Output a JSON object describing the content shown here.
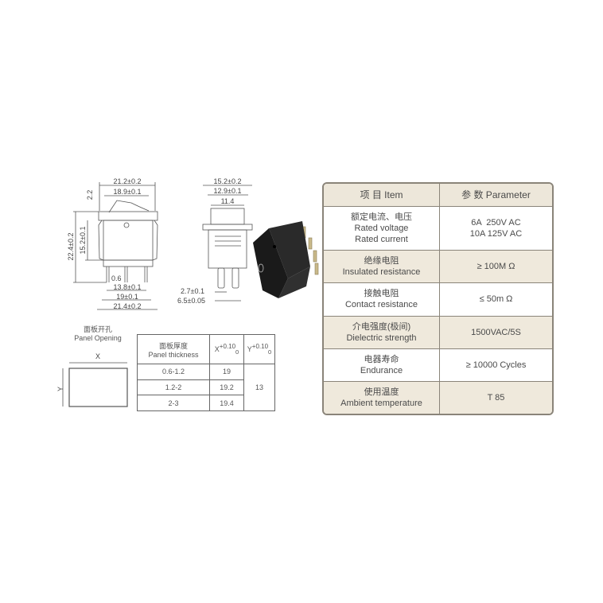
{
  "front_view": {
    "dims": [
      "21.2±0.2",
      "18.9±0.1",
      "2.2",
      "22.4±0.2",
      "15.2±0.1",
      "0.6",
      "13.8±0.1",
      "19±0.1",
      "21.4±0.2"
    ]
  },
  "side_view": {
    "dims": [
      "15.2±0.2",
      "12.9±0.1",
      "11.4",
      "2.7±0.1",
      "6.5±0.05"
    ]
  },
  "panel_opening": {
    "title_cn": "面板开孔",
    "title_en": "Panel Opening",
    "x_label": "X",
    "y_label": "Y"
  },
  "panel_table": {
    "headers": {
      "thickness_cn": "面板厚度",
      "thickness_en": "Panel thickness",
      "x": "X",
      "x_tol": "+0.10",
      "x_tol2": "0",
      "y": "Y",
      "y_tol": "+0.10",
      "y_tol2": "0"
    },
    "rows": [
      {
        "thickness": "0.6-1.2",
        "x": "19"
      },
      {
        "thickness": "1.2-2",
        "x": "19.2"
      },
      {
        "thickness": "2-3",
        "x": "19.4"
      }
    ],
    "y_value": "13"
  },
  "spec_table": {
    "header": {
      "item": "项 目  Item",
      "parameter": "参 数  Parameter"
    },
    "rows": [
      {
        "item_cn": "额定电流、电压",
        "item_en": "Rated voltage",
        "item_en2": "Rated current",
        "value": "6A  250V AC",
        "value2": "10A 125V AC"
      },
      {
        "item_cn": "绝缘电阻",
        "item_en": "Insulated resistance",
        "value": "≥ 100M Ω"
      },
      {
        "item_cn": "接触电阻",
        "item_en": "Contact resistance",
        "value": "≤ 50m Ω"
      },
      {
        "item_cn": "介电强度(极间)",
        "item_en": "Dielectric strength",
        "value": "1500VAC/5S"
      },
      {
        "item_cn": "电器寿命",
        "item_en": "Endurance",
        "value": "≥ 10000 Cycles"
      },
      {
        "item_cn": "使用温度",
        "item_en": "Ambient temperature",
        "value": "T 85"
      }
    ]
  },
  "colors": {
    "table_shade": "#efe9dc",
    "table_border": "#8a8479",
    "switch_body": "#1e1e1e"
  }
}
